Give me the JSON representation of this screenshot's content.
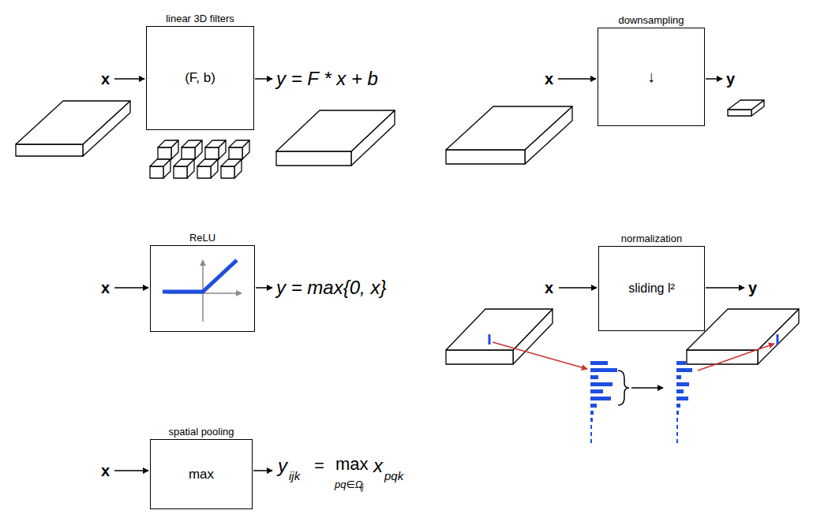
{
  "diagram": {
    "nodes": [
      {
        "text": [
          "linear 3D filters",
          "(F, b)"
        ]
      },
      {
        "text": [
          "downsampling",
          "↓"
        ]
      },
      {
        "text": [
          "ReLU"
        ]
      },
      {
        "text": [
          "normalization",
          "sliding l²"
        ]
      },
      {
        "text": [
          "spatial pooling",
          "max"
        ]
      }
    ],
    "labels": [
      "x",
      "y = F * x + b",
      "x",
      "y",
      "x",
      "y = max{0, x}",
      "x",
      "y",
      "x",
      "y",
      "ijk",
      "=",
      "max",
      "pq∈Ω",
      "ij",
      "x",
      "pqk"
    ]
  }
}
